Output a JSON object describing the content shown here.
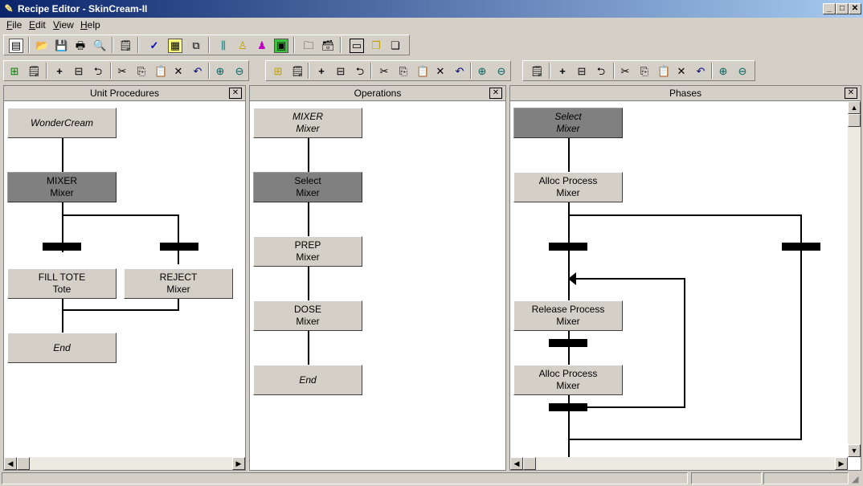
{
  "window": {
    "title": "Recipe Editor - SkinCream-II"
  },
  "menu": {
    "file_label": "File",
    "file_key": "F",
    "file_rest": "ile",
    "edit_key": "E",
    "edit_rest": "dit",
    "view_key": "V",
    "view_rest": "iew",
    "help_key": "H",
    "help_rest": "elp"
  },
  "panes": {
    "unit": {
      "title": "Unit Procedures",
      "nodes": [
        {
          "l1": "WonderCream",
          "l2": ""
        },
        {
          "l1": "MIXER",
          "l2": "Mixer"
        },
        {
          "l1": "FILL TOTE",
          "l2": "Tote"
        },
        {
          "l1": "REJECT",
          "l2": "Mixer"
        },
        {
          "l1": "End",
          "l2": ""
        }
      ]
    },
    "ops": {
      "title": "Operations",
      "nodes": [
        {
          "l1": "MIXER",
          "l2": "Mixer"
        },
        {
          "l1": "Select",
          "l2": "Mixer"
        },
        {
          "l1": "PREP",
          "l2": "Mixer"
        },
        {
          "l1": "DOSE",
          "l2": "Mixer"
        },
        {
          "l1": "End",
          "l2": ""
        }
      ]
    },
    "phases": {
      "title": "Phases",
      "nodes": [
        {
          "l1": "Select",
          "l2": "Mixer"
        },
        {
          "l1": "Alloc Process",
          "l2": "Mixer"
        },
        {
          "l1": "Release Process",
          "l2": "Mixer"
        },
        {
          "l1": "Alloc Process",
          "l2": "Mixer"
        }
      ]
    }
  },
  "icons": {
    "close": "close-icon",
    "colors": {
      "selected_node": "#808080",
      "node": "#d4d0c8",
      "title_start": "#0a246a",
      "title_end": "#a6caf0"
    }
  }
}
